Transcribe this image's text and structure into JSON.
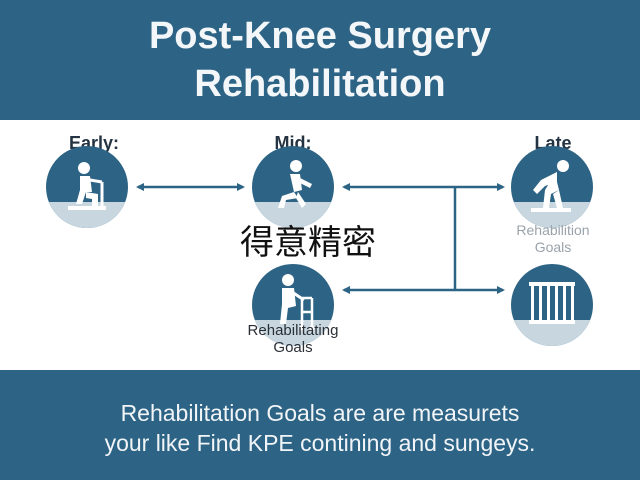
{
  "header": {
    "title_line1": "Post-Knee Surgery",
    "title_line2": "Rehabilitation"
  },
  "stages": {
    "early": "Early:",
    "mid": "Mid:",
    "late": "Late"
  },
  "captions": {
    "mid_lower_line1": "Rehabilitating",
    "mid_lower_line2": "Goals",
    "late_upper_line1": "Rehabilition",
    "late_upper_line2": "Goals"
  },
  "overlay_text": "得意精密",
  "footer": {
    "line1": "Rehabilitation Goals are are measurets",
    "line2": "your like Find KPE contining and sungeys."
  },
  "colors": {
    "brand_blue": "#2d6485",
    "light_blue": "#c8d6e0",
    "white": "#ffffff"
  },
  "icons": {
    "early": "person-with-cane-icon",
    "mid": "person-stretching-icon",
    "mid_lower": "person-with-walker-icon",
    "late_upper": "person-bending-icon",
    "late_lower": "parallel-bars-icon"
  }
}
